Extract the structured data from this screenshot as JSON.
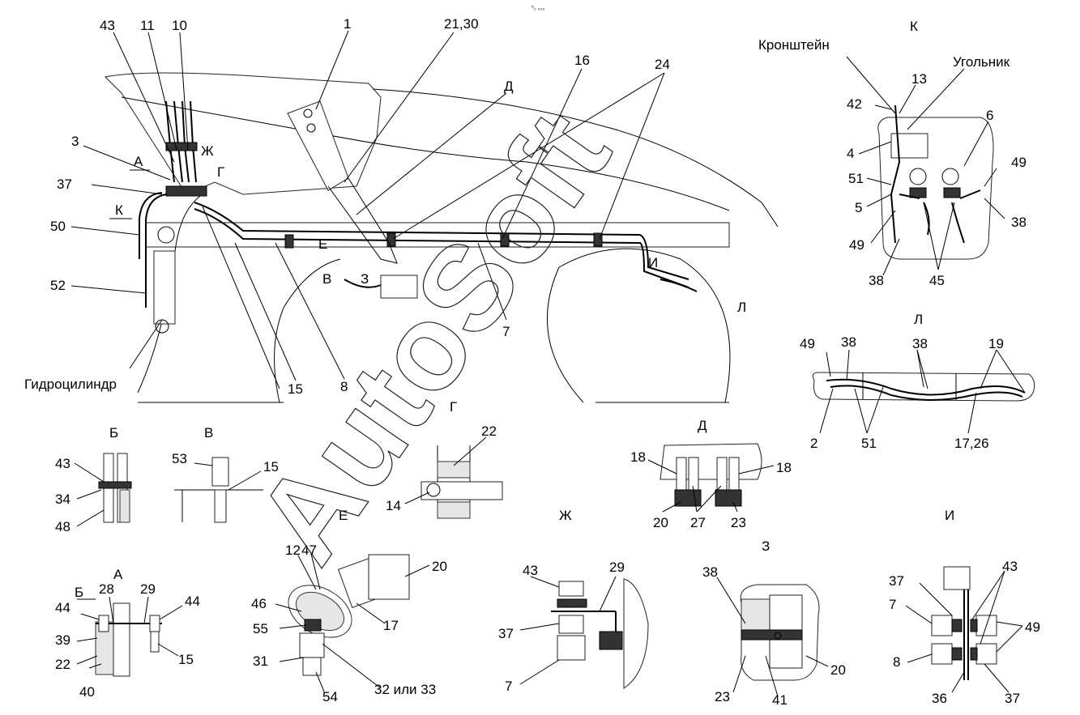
{
  "top_mark": "⁰₀ ₀₀₀",
  "watermark": "AutoSoft",
  "main_view": {
    "callouts": [
      "43",
      "11",
      "10",
      "1",
      "21,30",
      "Д",
      "16",
      "24",
      "3",
      "А",
      "Ж",
      "Г",
      "37",
      "К",
      "50",
      "Е",
      "В",
      "З",
      "И",
      "Л",
      "52",
      "7",
      "15",
      "8",
      "Гидроцилиндр"
    ]
  },
  "views": {
    "K": {
      "title": "К",
      "labels": [
        "Кронштейн",
        "Угольник",
        "13",
        "42",
        "6",
        "4",
        "49",
        "51",
        "5",
        "38",
        "49",
        "38",
        "45"
      ]
    },
    "L": {
      "title": "Л",
      "labels": [
        "49",
        "38",
        "38",
        "19",
        "2",
        "51",
        "17,26"
      ]
    },
    "B": {
      "title": "Б",
      "labels": [
        "43",
        "34",
        "48"
      ]
    },
    "V": {
      "title": "В",
      "labels": [
        "53",
        "15"
      ]
    },
    "G": {
      "title": "Г",
      "labels": [
        "22",
        "14"
      ]
    },
    "D": {
      "title": "Д",
      "labels": [
        "18",
        "18",
        "20",
        "27",
        "23"
      ]
    },
    "A": {
      "title": "А",
      "labels": [
        "Б",
        "28",
        "29",
        "44",
        "44",
        "39",
        "22",
        "15",
        "40"
      ]
    },
    "E": {
      "title": "Е",
      "labels": [
        "12",
        "47",
        "20",
        "46",
        "17",
        "55",
        "31",
        "32 или 33",
        "54"
      ]
    },
    "Zh": {
      "title": "Ж",
      "labels": [
        "43",
        "29",
        "37",
        "7"
      ]
    },
    "Z": {
      "title": "З",
      "labels": [
        "38",
        "23",
        "41",
        "20"
      ]
    },
    "I": {
      "title": "И",
      "labels": [
        "37",
        "43",
        "7",
        "49",
        "8",
        "36",
        "37"
      ]
    }
  }
}
